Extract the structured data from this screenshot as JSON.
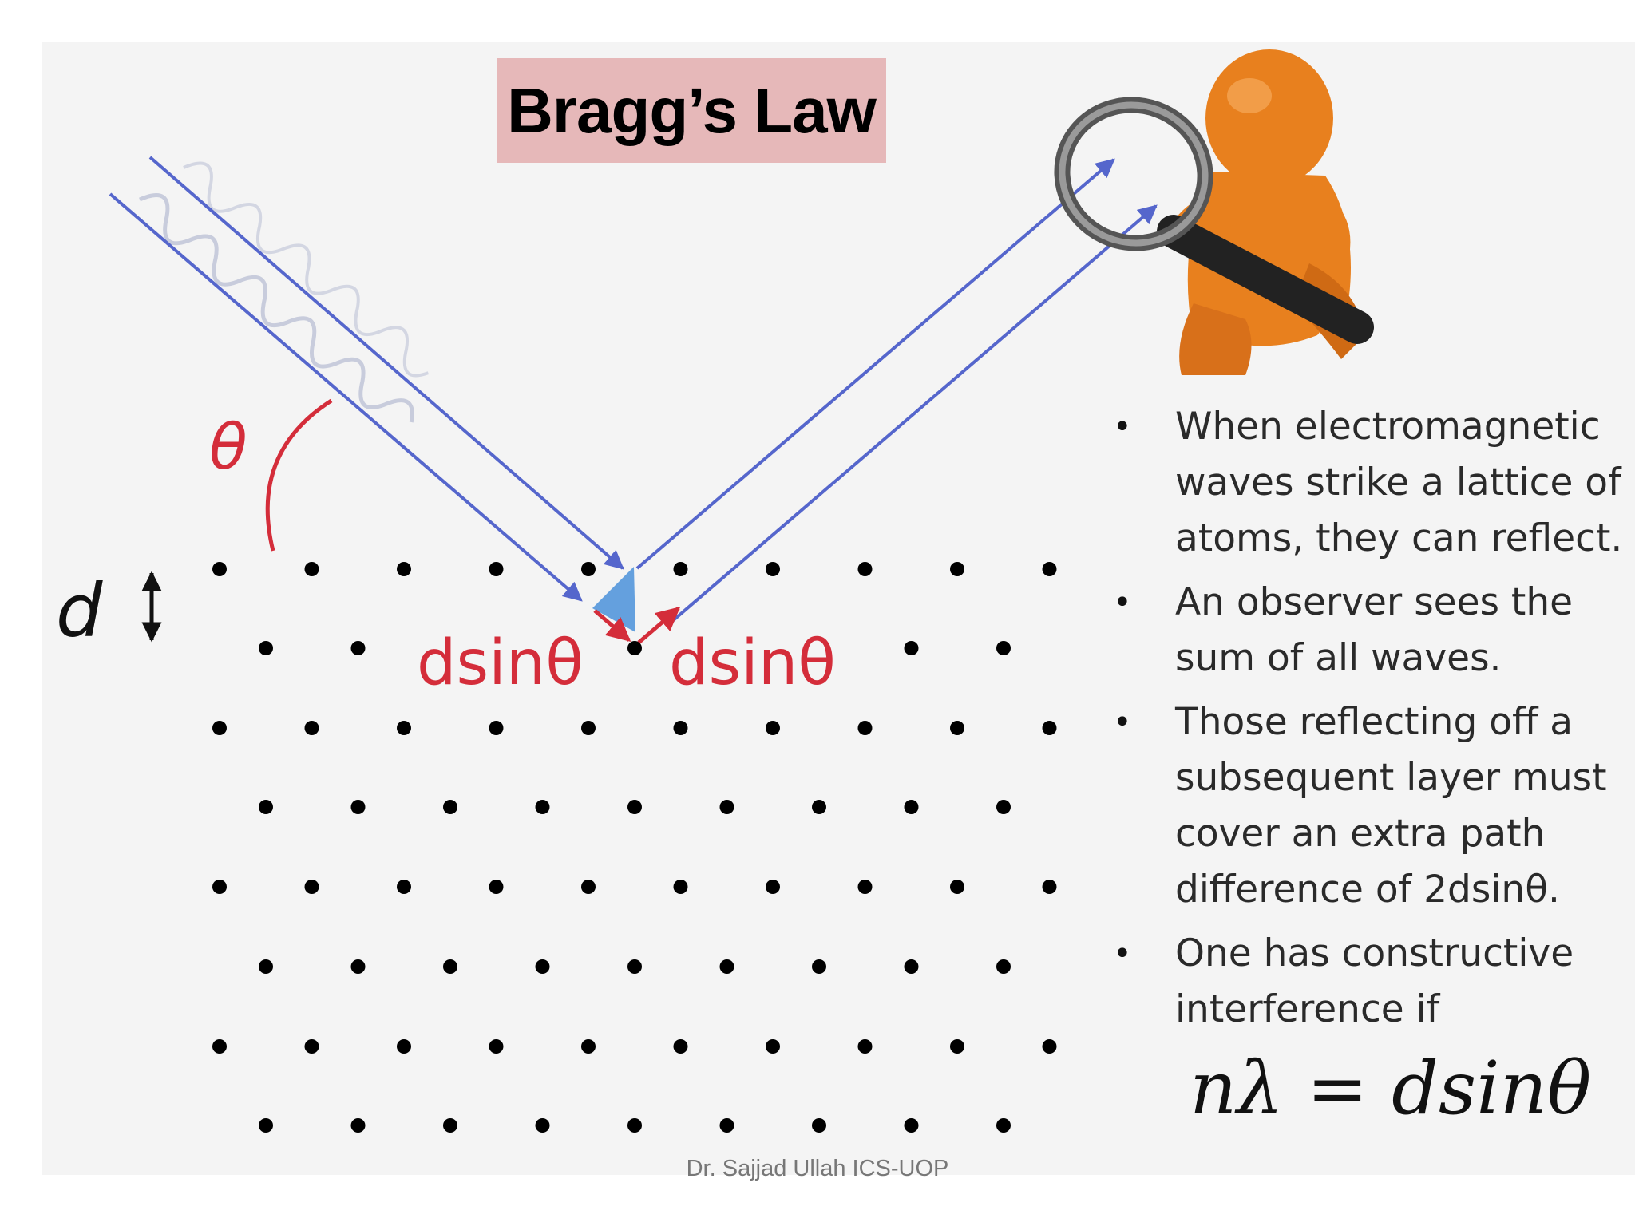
{
  "title": "Bragg’s Law",
  "diagram": {
    "theta_label": "θ",
    "d_label": "d",
    "left_path_label": "dsinθ",
    "right_path_label": "dsinθ",
    "colors": {
      "rays": "#5566cc",
      "red_labels": "#d42d3a",
      "atoms": "#000000",
      "wave": "#c8ccdc",
      "observer_figure": "#e8801e"
    },
    "icons": [
      "double-arrow-icon",
      "magnifying-glass-icon",
      "observer-figure-icon"
    ]
  },
  "bullets": [
    "When electromagnetic waves strike a lattice of atoms, they can reflect.",
    "An observer sees the sum of all waves.",
    "Those reflecting off a subsequent layer must cover an extra path difference of 2dsinθ.",
    "One has constructive interference if"
  ],
  "equation": "nλ = dsinθ",
  "footer": "Dr. Sajjad Ullah ICS-UOP"
}
